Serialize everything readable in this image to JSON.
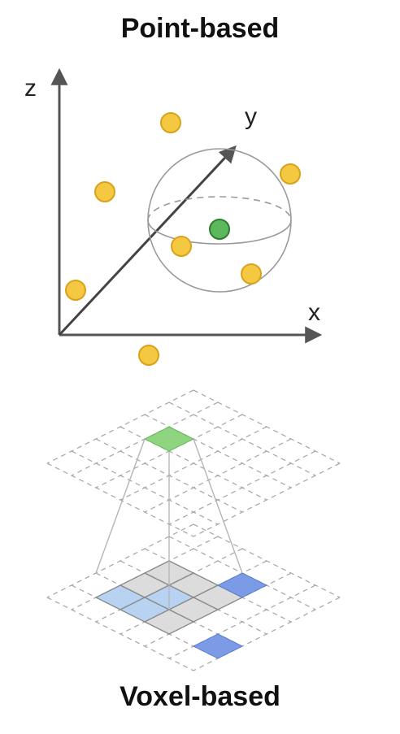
{
  "diagram": {
    "top_title": "Point-based",
    "bottom_title": "Voxel-based",
    "axes": {
      "z": "z",
      "y": "y",
      "x": "x"
    },
    "colors": {
      "point_fill": "#f5c842",
      "point_stroke": "#d9a21c",
      "center_point_fill": "#5cb85c",
      "center_point_stroke": "#2e7d32",
      "axis": "#555555",
      "grid_dash": "#aaaaaa",
      "output_voxel": "#8fd47f",
      "kernel_cell": "#dcdcdc",
      "kernel_highlight": "#b8d2f2",
      "active_voxel": "#7b9be6"
    }
  }
}
